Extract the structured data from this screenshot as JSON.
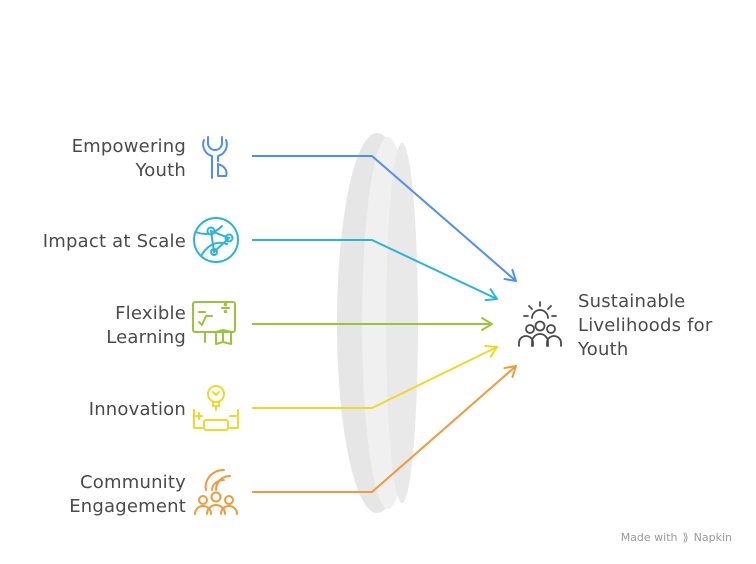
{
  "inputs": [
    {
      "lines": [
        "Empowering",
        "Youth"
      ],
      "icon": "wrench-hand-icon",
      "color": "#4f8ff0"
    },
    {
      "lines": [
        "Impact at Scale"
      ],
      "icon": "globe-network-icon",
      "color": "#2ab4d8"
    },
    {
      "lines": [
        "Flexible",
        "Learning"
      ],
      "icon": "learning-board-icon",
      "color": "#9cc43b"
    },
    {
      "lines": [
        "Innovation"
      ],
      "icon": "lightbulb-battery-icon",
      "color": "#f0d82a"
    },
    {
      "lines": [
        "Community",
        "Engagement"
      ],
      "icon": "community-people-icon",
      "color": "#f09a3e"
    }
  ],
  "output": {
    "lines": [
      "Sustainable",
      "Livelihoods for",
      "Youth"
    ],
    "icon": "people-sun-icon",
    "color": "#4a4a4a"
  },
  "colors": {
    "text": "#4a4a4a",
    "lens": "#e6e6e6",
    "lens_edge": "#f2f2f2"
  },
  "watermark": {
    "made_with": "Made with",
    "brand": "Napkin"
  }
}
